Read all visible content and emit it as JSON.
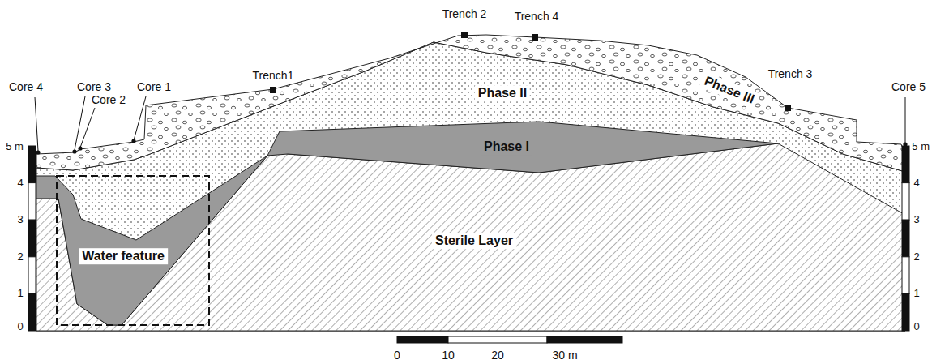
{
  "diagram": {
    "labels": [
      "Trench 2",
      "Trench 4",
      "Trench1",
      "Trench 3",
      "Core 4",
      "Core 3",
      "Core 2",
      "Core 1",
      "Core 5",
      "Phase III",
      "Phase II",
      "Phase I",
      "Water feature",
      "Sterile Layer",
      "5 m",
      "4",
      "3",
      "2",
      "1",
      "0",
      "5 m",
      "4",
      "3",
      "2",
      "1",
      "0",
      "0",
      "10",
      "20",
      "30 m"
    ]
  }
}
